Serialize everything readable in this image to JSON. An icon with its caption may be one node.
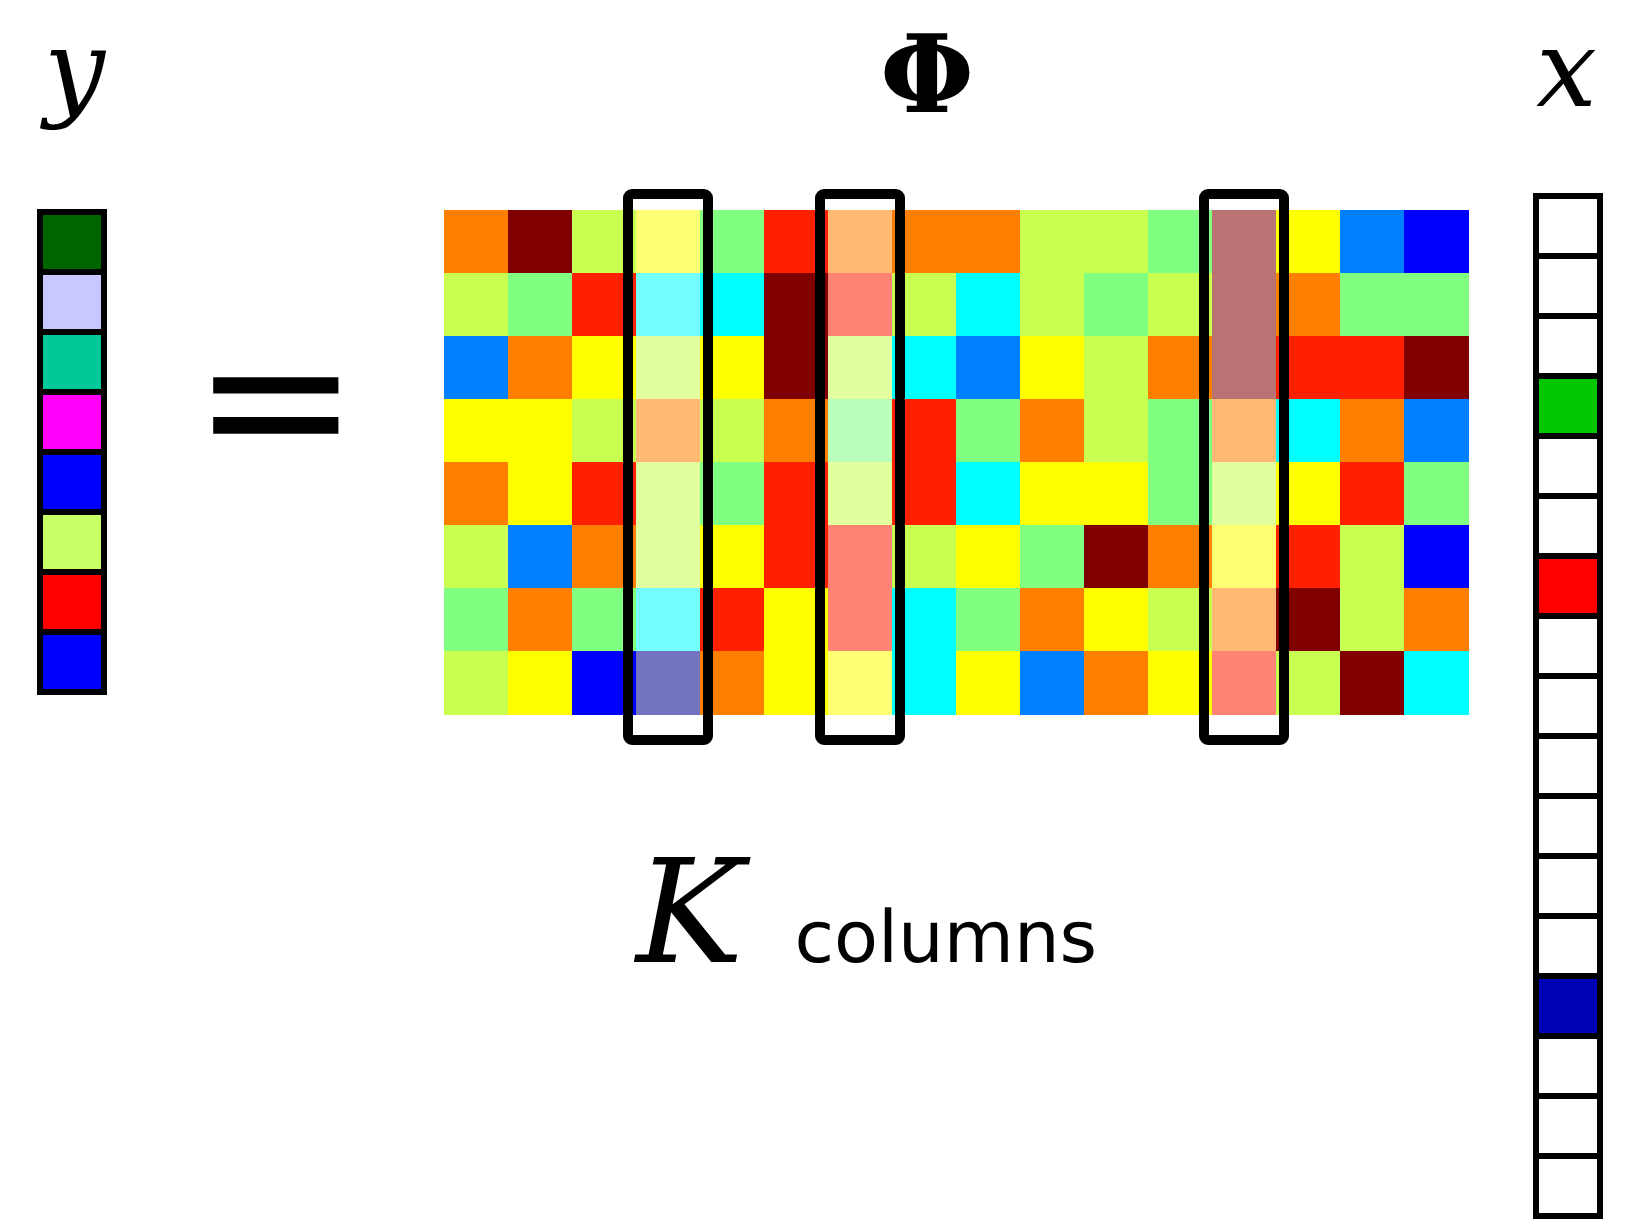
{
  "diagram": {
    "labels": [
      "y",
      "Φ",
      "x",
      "=",
      "*K* columns"
    ]
  }
}
